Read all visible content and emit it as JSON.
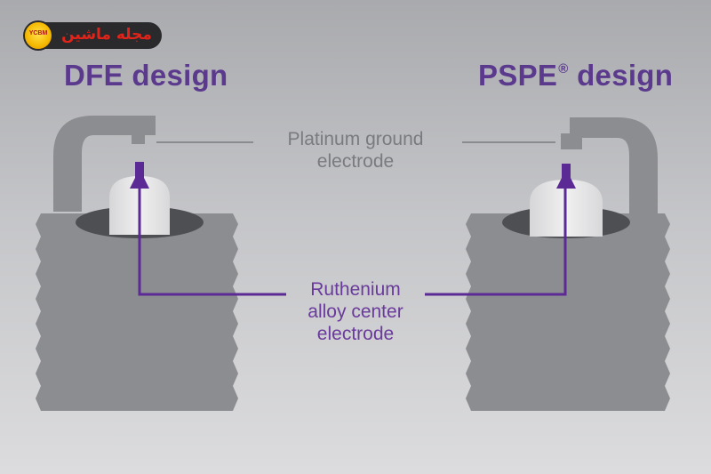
{
  "logo": {
    "name": "مجله ماشین",
    "badge_text": "YCBM"
  },
  "left_design": {
    "title": "DFE design"
  },
  "right_design": {
    "title": "PSPE",
    "title_mark": "®",
    "title_suffix": "design"
  },
  "labels": {
    "ground_line1": "Platinum ground",
    "ground_line2": "electrode",
    "center_line1": "Ruthenium",
    "center_line2": "alloy center",
    "center_line3": "electrode"
  },
  "colors": {
    "plug_body": "#8c8d90",
    "plug_dark": "#4e4f52",
    "insulator": "#e6e6e8",
    "electrode": "#5b2a94",
    "title": "#5b3a8e",
    "ground_label": "#7a7b7f",
    "center_label": "#6a3a9c"
  }
}
